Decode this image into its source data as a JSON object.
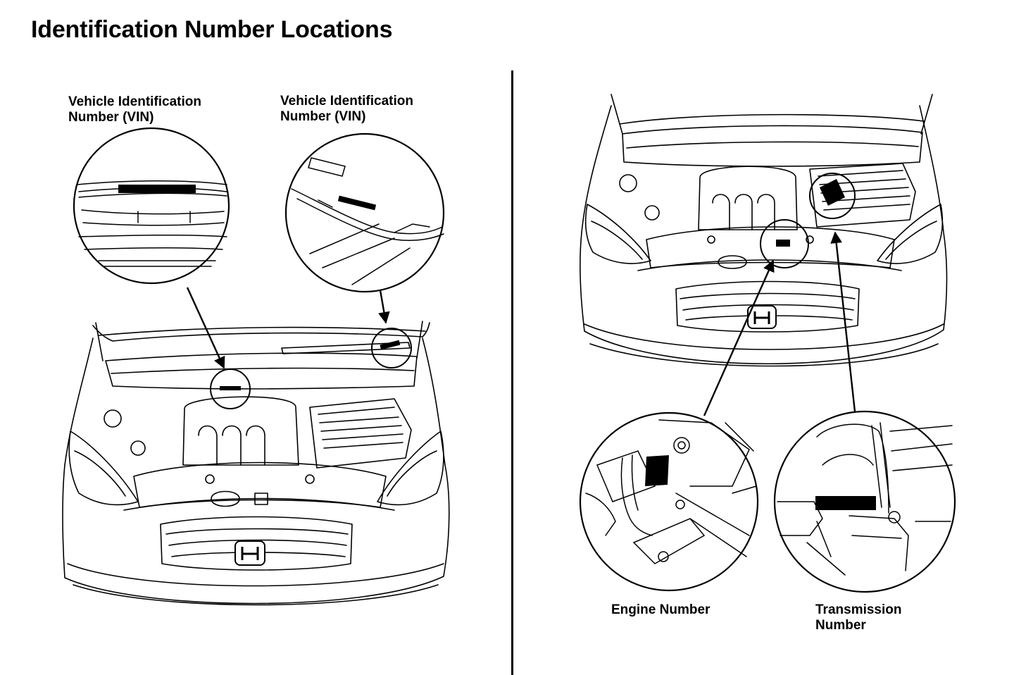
{
  "page": {
    "title": "Identification Number Locations"
  },
  "left_panel": {
    "vin_label_left": {
      "line1": "Vehicle Identification",
      "line2": "Number (VIN)"
    },
    "vin_label_right": {
      "line1": "Vehicle Identification",
      "line2": "Number (VIN)"
    }
  },
  "right_panel": {
    "engine_label": "Engine Number",
    "transmission_label": {
      "line1": "Transmission",
      "line2": "Number"
    }
  },
  "colors": {
    "ink": "#000000",
    "paper": "#ffffff"
  }
}
